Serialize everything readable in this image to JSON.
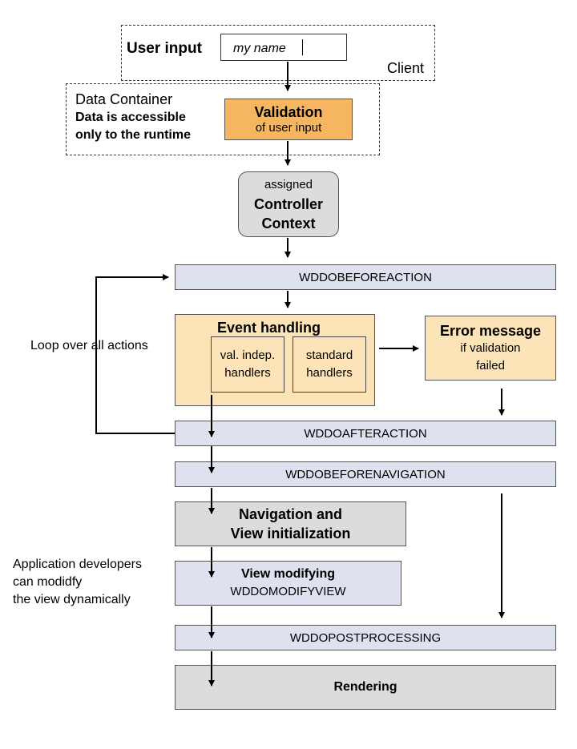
{
  "client": {
    "user_input_label": "User input",
    "input_value": "my name",
    "client_label": "Client"
  },
  "data_container": {
    "title": "Data Container",
    "note_line1": "Data is accessible",
    "note_line2": "only to the runtime"
  },
  "validation": {
    "title": "Validation",
    "subtitle": "of user input"
  },
  "context": {
    "line1": "assigned",
    "line2": "Controller",
    "line3": "Context"
  },
  "steps": {
    "before_action": "WDDOBEFOREACTION",
    "after_action": "WDDOAFTERACTION",
    "before_navigation": "WDDOBEFORENAVIGATION",
    "modify_view": "WDDOMODIFYVIEW",
    "post_processing": "WDDOPOSTPROCESSING",
    "rendering": "Rendering"
  },
  "event_handling": {
    "title": "Event handling",
    "handler1_line1": "val. indep.",
    "handler1_line2": "handlers",
    "handler2_line1": "standard",
    "handler2_line2": "handlers"
  },
  "error_message": {
    "title": "Error message",
    "line1": "if validation",
    "line2": "failed"
  },
  "loop_label": "Loop over all actions",
  "navigation": {
    "line1": "Navigation and",
    "line2": "View initialization"
  },
  "view_modifying": {
    "title": "View modifying"
  },
  "developers_note": {
    "line1": "Application developers",
    "line2": "can modidfy",
    "line3": "the view dynamically"
  }
}
